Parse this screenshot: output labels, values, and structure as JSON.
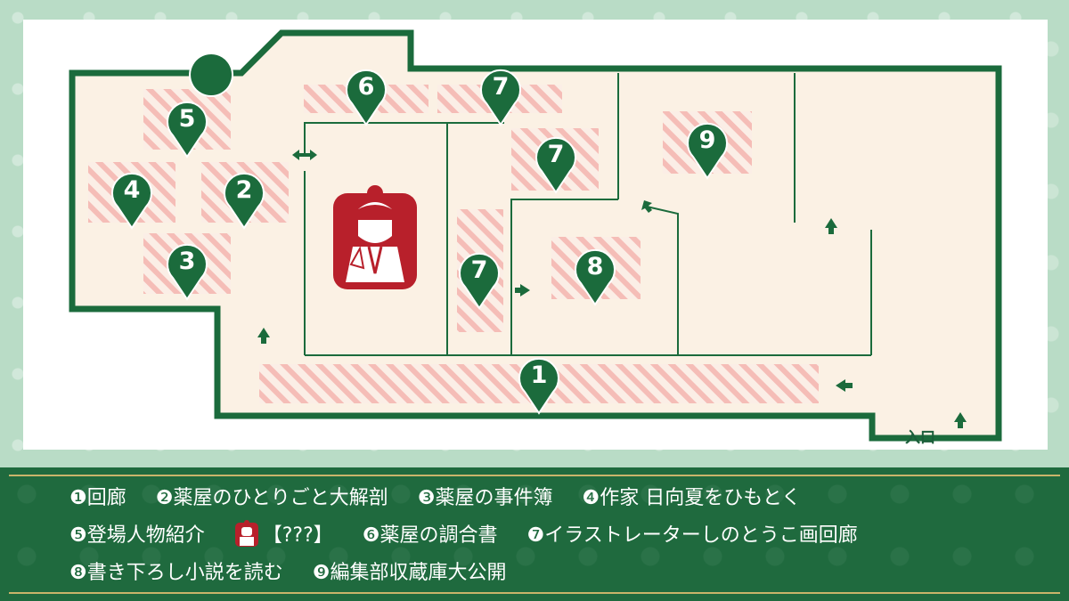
{
  "map": {
    "entrance_label": "入口",
    "pins": [
      {
        "id": "1",
        "label": "1"
      },
      {
        "id": "2",
        "label": "2"
      },
      {
        "id": "3",
        "label": "3"
      },
      {
        "id": "4",
        "label": "4"
      },
      {
        "id": "5",
        "label": "5"
      },
      {
        "id": "6",
        "label": "6"
      },
      {
        "id": "7a",
        "label": "7"
      },
      {
        "id": "7b",
        "label": "7"
      },
      {
        "id": "7c",
        "label": "7"
      },
      {
        "id": "8",
        "label": "8"
      },
      {
        "id": "9",
        "label": "9"
      }
    ]
  },
  "legend": {
    "items": [
      "❶回廊",
      "❷薬屋のひとりごと大解剖",
      "❸薬屋の事件簿",
      "❹作家 日向夏をひもとく",
      "❺登場人物紹介",
      "【???】",
      "❻薬屋の調合書",
      "❼イラストレーターしのとうこ画回廊",
      "❽書き下ろし小説を読む",
      "❾編集部収蔵庫大公開"
    ]
  },
  "colors": {
    "wall": "#1b6b3c",
    "floor": "#fbf1e4",
    "hatch": "#f3b7b2",
    "pin": "#1b6b3c",
    "character": "#b8202b",
    "legend_bg": "#1f6a3e",
    "legend_rule": "#c9b46a"
  }
}
